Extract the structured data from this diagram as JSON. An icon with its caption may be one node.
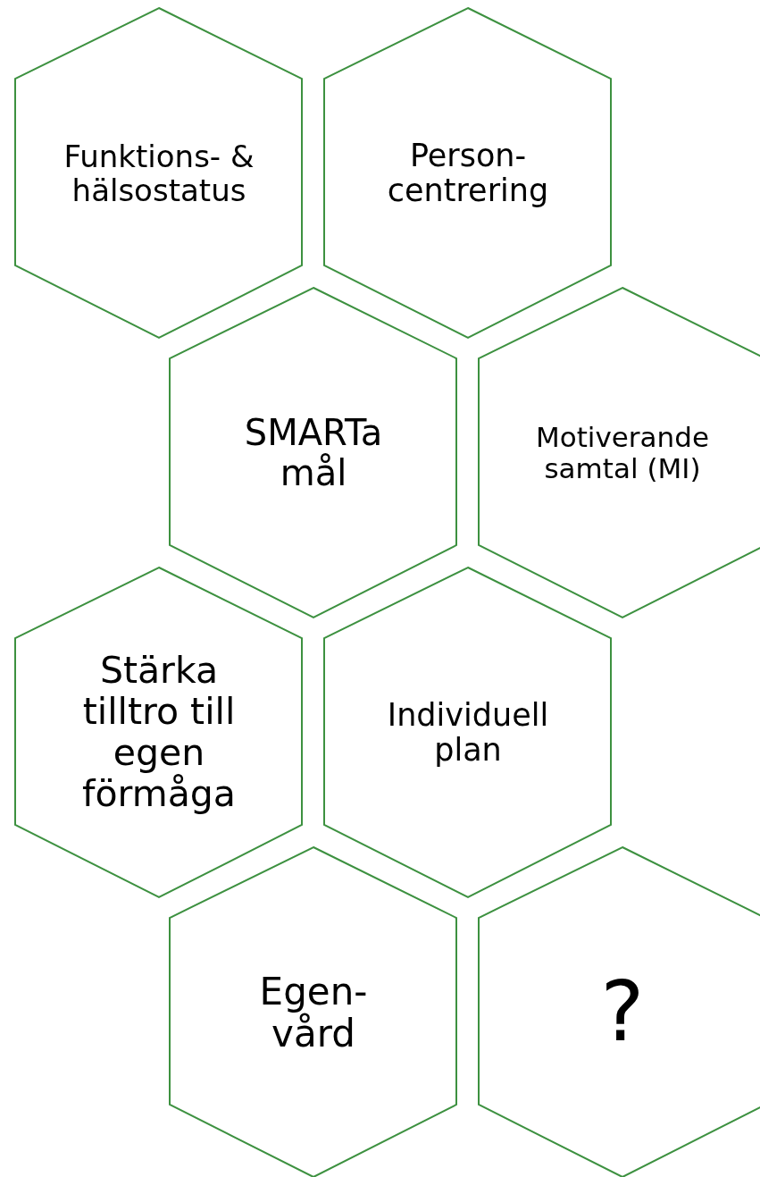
{
  "diagram": {
    "nodes": [
      {
        "text": [
          "Funktions- & hälsostatus"
        ]
      },
      {
        "text": [
          "Person- centrering"
        ]
      },
      {
        "text": [
          "SMARTa mål"
        ]
      },
      {
        "text": [
          "Motiverande samtal (MI)"
        ]
      },
      {
        "text": [
          "Stärka tilltro till egen förmåga"
        ]
      },
      {
        "text": [
          "Individuell plan"
        ]
      },
      {
        "text": [
          "Egen- vård"
        ]
      },
      {
        "text": [
          "?"
        ]
      }
    ]
  }
}
